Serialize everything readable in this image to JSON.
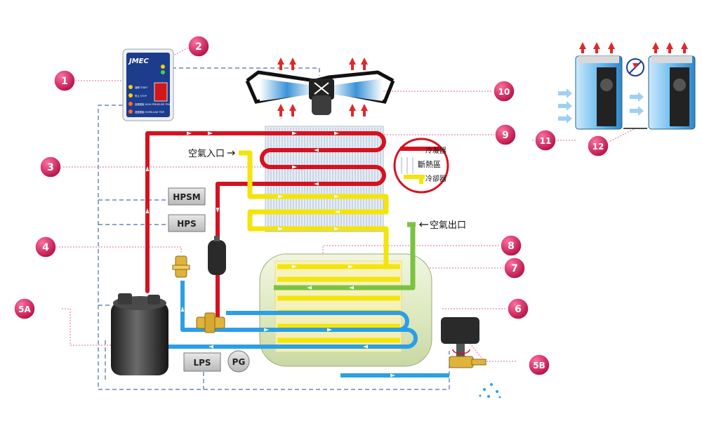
{
  "colors": {
    "refrigerant_hot": "#d6121f",
    "air_warm": "#f3e50c",
    "air_dry": "#7cc242",
    "condensate": "#2b9fe6",
    "badge": "#c8174e",
    "control_wire": "#4a6fa5"
  },
  "controller": {
    "brand": "JMEC",
    "rows": [
      "運轉 START",
      "停止 STOP",
      "高壓跳脫 HIGH PRESSURE TRIP",
      "過載跳脫 OVERLOAD TRIP"
    ]
  },
  "components": {
    "hpsm": "HPSM",
    "hps": "HPS",
    "lps": "LPS",
    "pg": "PG"
  },
  "labels": {
    "air_inlet": "空氣入口",
    "air_outlet": "空氣出口",
    "condenser": "冷凝器",
    "insulation": "斷熱區",
    "cooler": "冷卻器"
  },
  "badges": [
    "1",
    "2",
    "3",
    "4",
    "5A",
    "5B",
    "6",
    "7",
    "8",
    "9",
    "10",
    "11",
    "12"
  ],
  "icons": {
    "arrow": "arrow-right-icon",
    "no_fan": "no-fan-icon"
  }
}
